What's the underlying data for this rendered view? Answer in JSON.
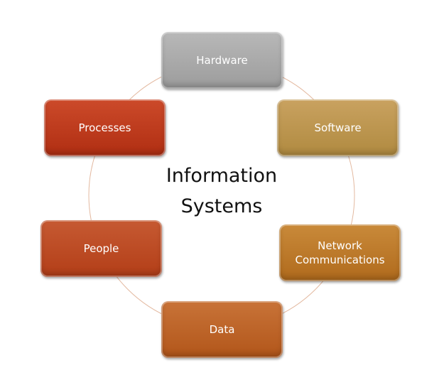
{
  "title": {
    "line1": "Information",
    "line2": "Systems"
  },
  "nodes": [
    {
      "label": "Hardware",
      "color_top": "#b8b8b8",
      "color_bottom": "#9c9c9c"
    },
    {
      "label": "Software",
      "color_top": "#c9a260",
      "color_bottom": "#b08a40"
    },
    {
      "label": "Network Communications",
      "color_top": "#c98a3a",
      "color_bottom": "#b06a1c"
    },
    {
      "label": "Data",
      "color_top": "#c87338",
      "color_bottom": "#b2561a"
    },
    {
      "label": "People",
      "color_top": "#c65a32",
      "color_bottom": "#b33e18"
    },
    {
      "label": "Processes",
      "color_top": "#cc4a2a",
      "color_bottom": "#b02e12"
    }
  ],
  "ring_color": "#e3b9a0"
}
